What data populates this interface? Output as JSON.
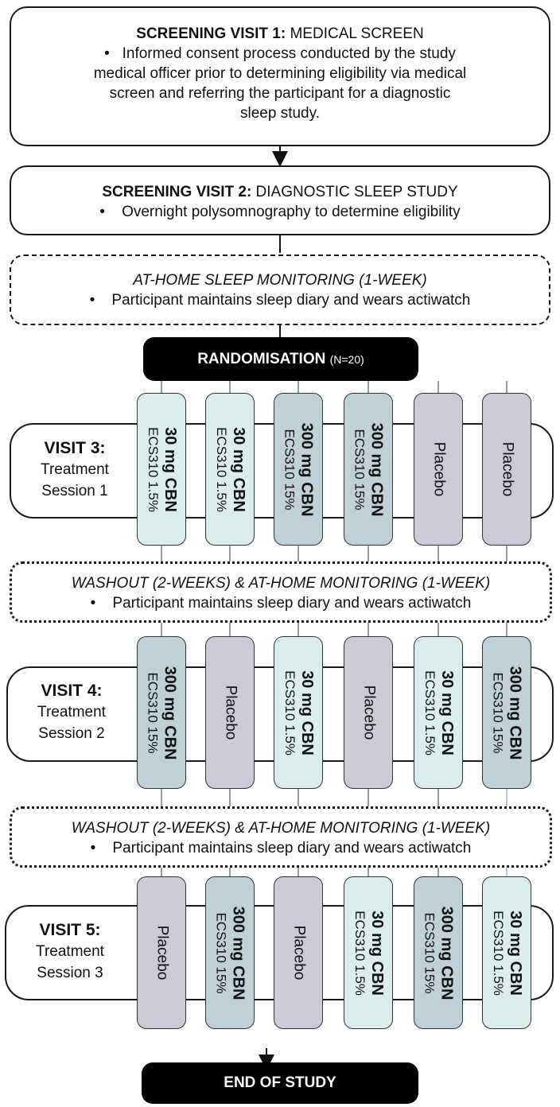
{
  "screening1": {
    "title": "SCREENING VISIT 1:",
    "subtitle": "MEDICAL SCREEN",
    "bullet": "•",
    "lines": [
      "Informed consent process conducted by the study",
      "medical officer prior to determining eligibility via medical",
      "screen and referring the participant for a diagnostic",
      "sleep study."
    ]
  },
  "screening2": {
    "title": "SCREENING VISIT 2:",
    "subtitle": "DIAGNOSTIC SLEEP STUDY",
    "bullet": "•",
    "line": "Overnight polysomnography to determine eligibility"
  },
  "at_home": {
    "title": "AT-HOME SLEEP MONITORING (1-WEEK)",
    "bullet": "•",
    "line": "Participant maintains sleep diary and wears actiwatch"
  },
  "randomisation": {
    "label": "RANDOMISATION",
    "n": "(N=20)"
  },
  "washouts": [
    {
      "title": "WASHOUT (2-WEEKS) & AT-HOME MONITORING (1-WEEK)",
      "bullet": "•",
      "line": "Participant maintains sleep diary and wears actiwatch"
    },
    {
      "title": "WASHOUT (2-WEEKS) & AT-HOME MONITORING (1-WEEK)",
      "bullet": "•",
      "line": "Participant maintains sleep diary and wears actiwatch"
    }
  ],
  "visits": [
    {
      "label": "VISIT 3:",
      "line1": "Treatment",
      "line2": "Session 1"
    },
    {
      "label": "VISIT 4:",
      "line1": "Treatment",
      "line2": "Session 2"
    },
    {
      "label": "VISIT 5:",
      "line1": "Treatment",
      "line2": "Session 3"
    }
  ],
  "treatments": {
    "low": {
      "dose": "30 mg CBN",
      "form": "ECS310 1.5%"
    },
    "high": {
      "dose": "300 mg CBN",
      "form": "ECS310 15%"
    },
    "placebo": {
      "label": "Placebo"
    }
  },
  "sequences": [
    [
      "low",
      "low",
      "high",
      "high",
      "placebo",
      "placebo"
    ],
    [
      "high",
      "placebo",
      "low",
      "placebo",
      "low",
      "high"
    ],
    [
      "placebo",
      "high",
      "placebo",
      "low",
      "high",
      "low"
    ]
  ],
  "end": {
    "label": "END OF STUDY"
  },
  "colors": {
    "low": "#dcedee",
    "high": "#bfd0d6",
    "placebo": "#cdcad8",
    "connector_highlight": "#5aa5c8"
  }
}
